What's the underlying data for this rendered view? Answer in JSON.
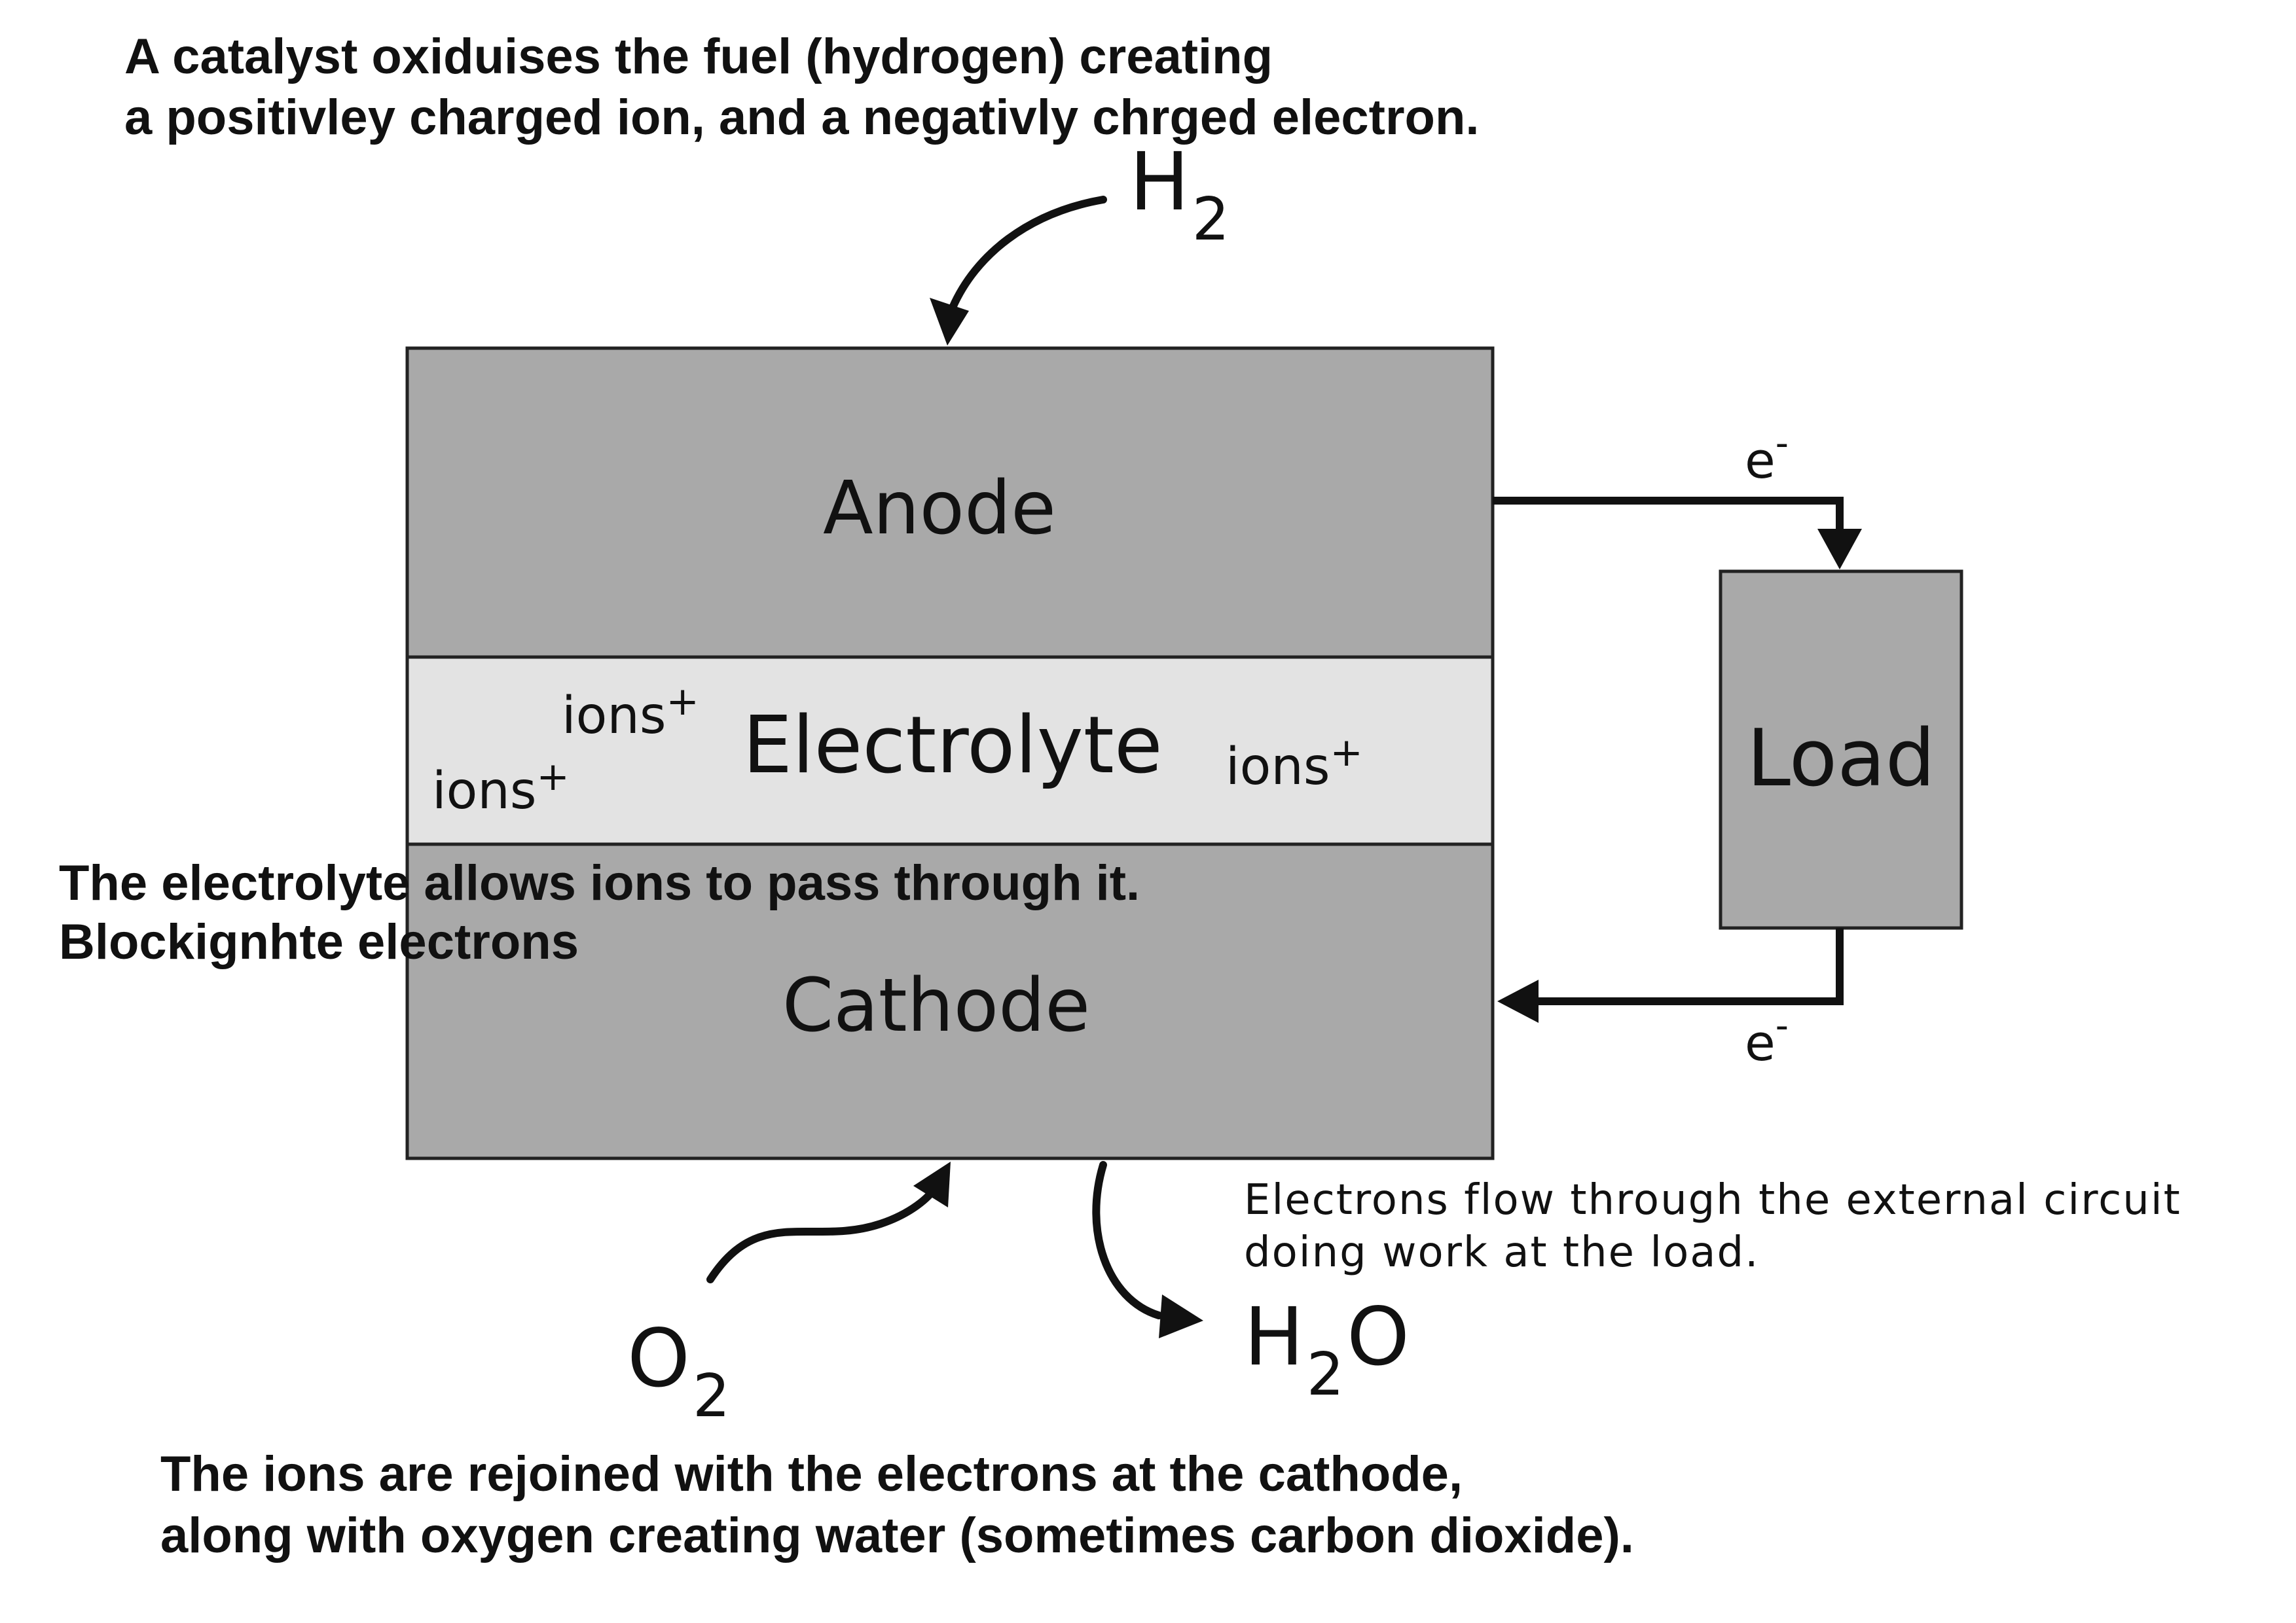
{
  "notes": {
    "catalyst_line1": "A catalyst oxiduises the fuel (hydrogen) creating",
    "catalyst_line2": "a positivley charged ion,  and a negativly chrged electron.",
    "electrolyte_line1": "The electrolyte allows ions to pass through it.",
    "electrolyte_line2": "Blockignhte electrons",
    "circuit_line1": "Electrons flow through the external circuit",
    "circuit_line2": "doing work at the load.",
    "cathode_line1": "The ions are rejoined with the electrons at the cathode,",
    "cathode_line2": "along with oxygen creating water (sometimes carbon dioxide)."
  },
  "cell": {
    "anode": "Anode",
    "electrolyte": "Electrolyte",
    "cathode": "Cathode",
    "ion_label": "ions",
    "ion_charge": "+"
  },
  "circuit": {
    "load": "Load",
    "electron_symbol": "e",
    "electron_charge": "-"
  },
  "species": {
    "hydrogen": "H",
    "hydrogen_sub": "2",
    "oxygen": "O",
    "oxygen_sub": "2",
    "water_h": "H",
    "water_sub": "2",
    "water_o": "O"
  },
  "colors": {
    "electrode_fill": "#a9a9a9",
    "electrolyte_fill": "#e3e3e3",
    "ink": "#111111"
  }
}
